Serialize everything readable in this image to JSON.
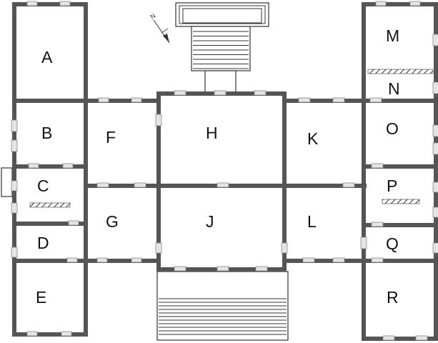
{
  "rooms": {
    "A": "A",
    "B": "B",
    "C": "C",
    "D": "D",
    "E": "E",
    "F": "F",
    "G": "G",
    "H": "H",
    "J": "J",
    "K": "K",
    "L": "L",
    "M": "M",
    "N": "N",
    "O": "O",
    "P": "P",
    "Q": "Q",
    "R": "R"
  },
  "compass": {
    "label": "N"
  },
  "colors": {
    "wall": "#555555",
    "window": "#e4e4e4",
    "line": "#333333"
  }
}
